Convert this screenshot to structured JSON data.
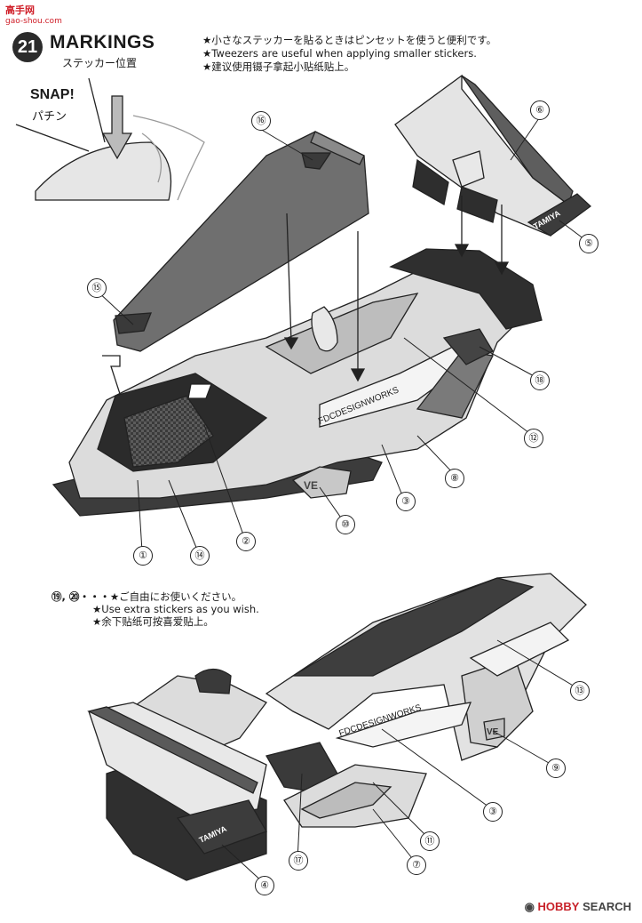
{
  "watermark": {
    "text": "高手网",
    "url": "gao-shou.com"
  },
  "step": {
    "number": "21",
    "title": "MARKINGS",
    "subtitle_jp": "ステッカー位置"
  },
  "notes": [
    "★小さなステッカーを貼るときはピンセットを使うと便利です。",
    "★Tweezers are useful when applying smaller stickers.",
    "★建议使用镊子拿起小贴纸贴上。"
  ],
  "snap": {
    "label": "SNAP!",
    "label_jp": "パチン"
  },
  "extra": {
    "numbers": "⑲, ⑳・・・",
    "lines": [
      "★ご自由にお使いください。",
      "★Use extra stickers as you wish.",
      "★余下贴纸可按喜爱贴上。"
    ]
  },
  "callouts_top": [
    "⑯",
    "⑥",
    "⑮",
    "⑤",
    "⑱",
    "⑫",
    "⑧",
    "③",
    "⑩",
    "①",
    "⑭",
    "②"
  ],
  "callouts_bottom": [
    "⑬",
    "⑨",
    "③",
    "⑪",
    "⑦",
    "⑰",
    "④"
  ],
  "stickers": {
    "pro_brand": "FDCDESIGNWORKS",
    "pro_brand_2": "FDCDESIGNWORKS",
    "wing_logo": "TAMIYA",
    "wing_logo_2": "TAMIYA",
    "side_logo": "VE",
    "side_logo_2": "VE"
  },
  "footer": {
    "brand_red": "HOBBY",
    "brand_rest": " SEARCH"
  }
}
